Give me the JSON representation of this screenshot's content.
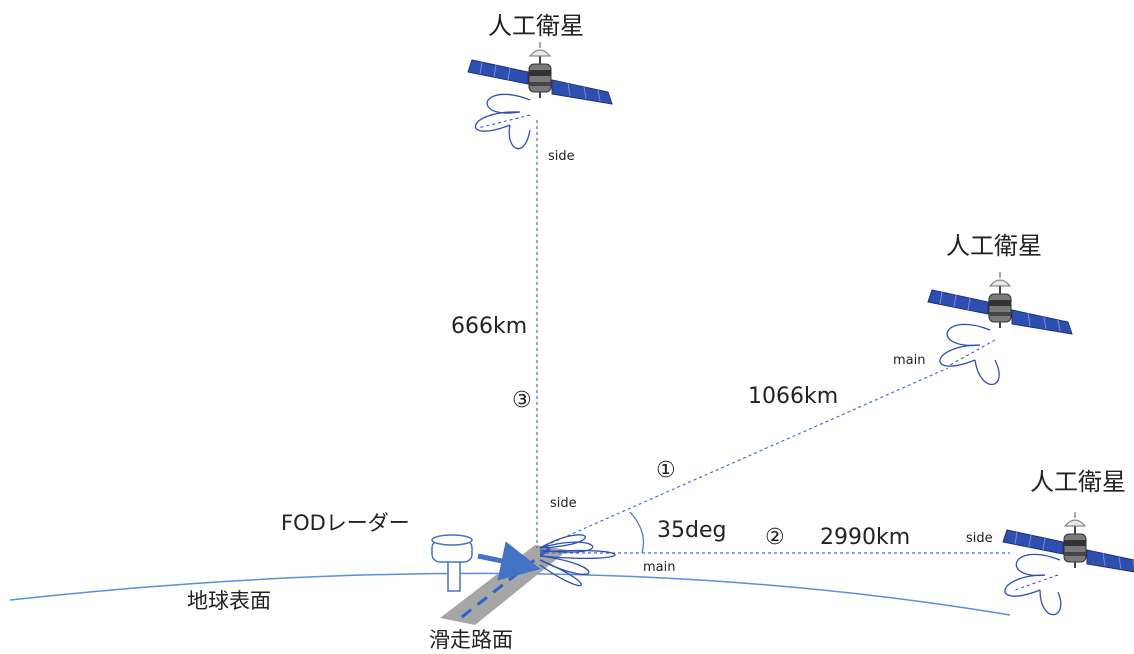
{
  "satellites": {
    "top": {
      "title": "人工衛星",
      "lobe_label": "side"
    },
    "middle": {
      "title": "人工衛星",
      "lobe_label": "main"
    },
    "right": {
      "title": "人工衛星",
      "lobe_label": "side"
    }
  },
  "paths": {
    "p1": {
      "marker": "①",
      "distance": "1066km"
    },
    "p2": {
      "marker": "②",
      "distance": "2990km"
    },
    "p3": {
      "marker": "③",
      "distance": "666km"
    }
  },
  "radar": {
    "label": "FODレーダー",
    "side_label": "side",
    "main_label": "main"
  },
  "angle": {
    "value": "35deg"
  },
  "surfaces": {
    "earth": "地球表面",
    "runway": "滑走路面"
  },
  "colors": {
    "line": "#4472c4",
    "panel": "#2f4fb0",
    "earth": "#5b8fd6",
    "runway": "#a6a6a6",
    "arrow": "#4472c4"
  },
  "icons": {
    "satellite": "satellite-icon",
    "radar": "radar-icon",
    "antenna_pattern": "antenna-lobe-icon"
  }
}
